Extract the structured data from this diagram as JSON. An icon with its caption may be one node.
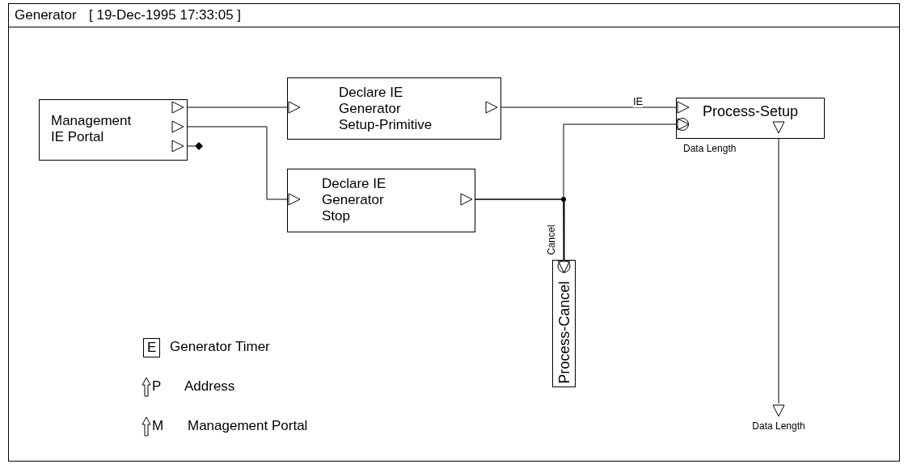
{
  "diagram": {
    "title": "Generator",
    "nodes": [
      {
        "text": [
          "Management IE Portal"
        ]
      },
      {
        "text": [
          "Declare IE Generator Setup-Primitive"
        ]
      },
      {
        "text": [
          "Declare IE Generator Stop"
        ]
      },
      {
        "text": [
          "Process-Setup"
        ],
        "beside": [
          "Data Length"
        ]
      },
      {
        "text": [
          "Process-Cancel"
        ]
      },
      {
        "text": [
          "Data Length"
        ]
      },
      {
        "text": [],
        "shape": "diamond"
      }
    ],
    "edges": [
      {
        "from": 0,
        "to": 1,
        "arrow": "to"
      },
      {
        "from": 0,
        "to": 2,
        "arrow": "to"
      },
      {
        "from": 0,
        "to": 6,
        "arrow": "none"
      },
      {
        "from": 1,
        "to": 3,
        "arrow": "to",
        "label": "IE"
      },
      {
        "from": 2,
        "to": 3,
        "arrow": "to"
      },
      {
        "from": 2,
        "to": 4,
        "arrow": "to",
        "label": "Cancel"
      },
      {
        "from": 3,
        "to": 5,
        "arrow": "to"
      }
    ],
    "labels": [
      "[ 19-Dec-1995 17:33:05 ]",
      "E",
      "P",
      "M"
    ],
    "legend": [
      {
        "text": "Generator Timer"
      },
      {
        "text": "Address"
      },
      {
        "text": "Management Portal"
      }
    ]
  }
}
